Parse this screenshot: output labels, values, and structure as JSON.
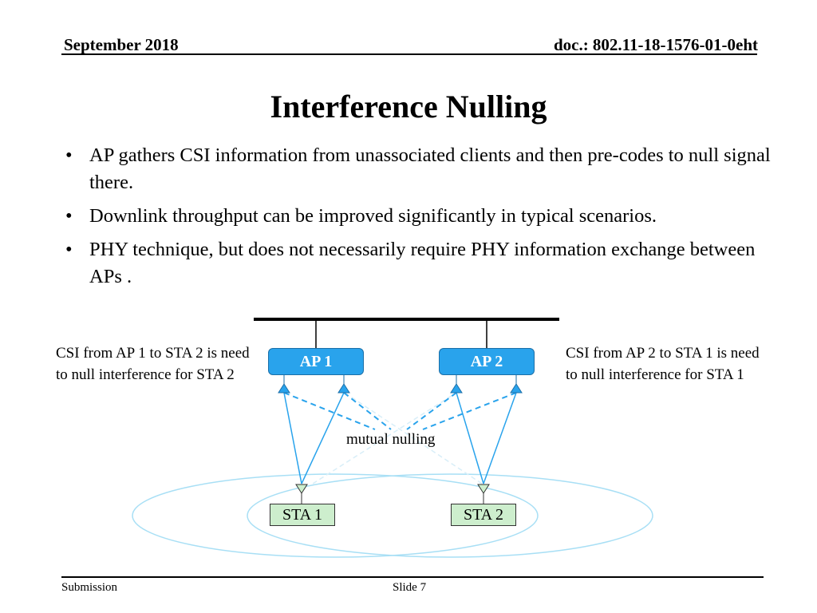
{
  "header": {
    "date": "September 2018",
    "doc_id": "doc.: 802.11-18-1576-01-0eht"
  },
  "title": "Interference Nulling",
  "bullets": [
    "AP gathers CSI information from unassociated clients and then pre-codes to null signal there.",
    "Downlink throughput can be improved significantly in typical scenarios.",
    "PHY technique, but does not necessarily require PHY information exchange between APs ."
  ],
  "diagram": {
    "ap1_label": "AP 1",
    "ap2_label": "AP 2",
    "sta1_label": "STA 1",
    "sta2_label": "STA 2",
    "mutual_label": "mutual nulling",
    "note_left": "CSI from AP 1 to STA 2 is need to null interference for STA 2",
    "note_right": "CSI from AP 2 to STA 1 is need to null interference for STA 1",
    "colors": {
      "ap_fill": "#29a3ec",
      "sta_fill": "#cdeecd",
      "link": "#29a3ec",
      "coverage": "#a8dff5"
    }
  },
  "footer": {
    "left": "Submission",
    "center": "Slide 7"
  }
}
